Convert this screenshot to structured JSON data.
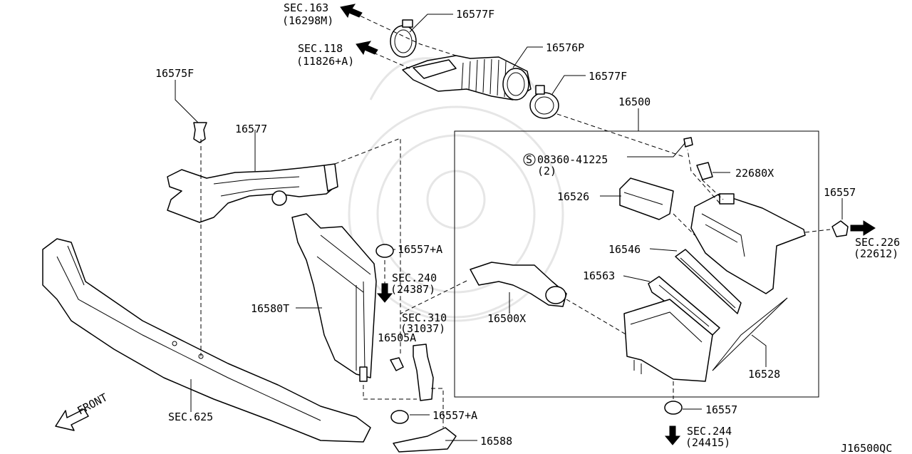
{
  "labels": {
    "sec163": "SEC.163",
    "sec163_sub": "(16298M)",
    "sec118": "SEC.118",
    "sec118_sub": "(11826+A)",
    "p16577F_top": "16577F",
    "p16576P": "16576P",
    "p16577F_mid": "16577F",
    "p16575F": "16575F",
    "p16577": "16577",
    "p16500": "16500",
    "p08360": "08360-41225",
    "p08360_qty": "(2)",
    "p08360_marker": "S",
    "p22680X": "22680X",
    "p16526": "16526",
    "p16557_right": "16557",
    "sec226": "SEC.226",
    "sec226_sub": "(22612)",
    "p16546": "16546",
    "p16557A_top": "16557+A",
    "sec240": "SEC.240",
    "sec240_sub": "(24387)",
    "p16563": "16563",
    "p16580T": "16580T",
    "sec310": "SEC.310",
    "sec310_sub": "(31037)",
    "p16500X": "16500X",
    "p16505A": "16505A",
    "p16528": "16528",
    "front": "FRONT",
    "sec625": "SEC.625",
    "p16557A_bot": "16557+A",
    "p16557_bot": "16557",
    "p16588": "16588",
    "sec244": "SEC.244",
    "sec244_sub": "(24415)",
    "diagram_id": "J16500QC"
  }
}
